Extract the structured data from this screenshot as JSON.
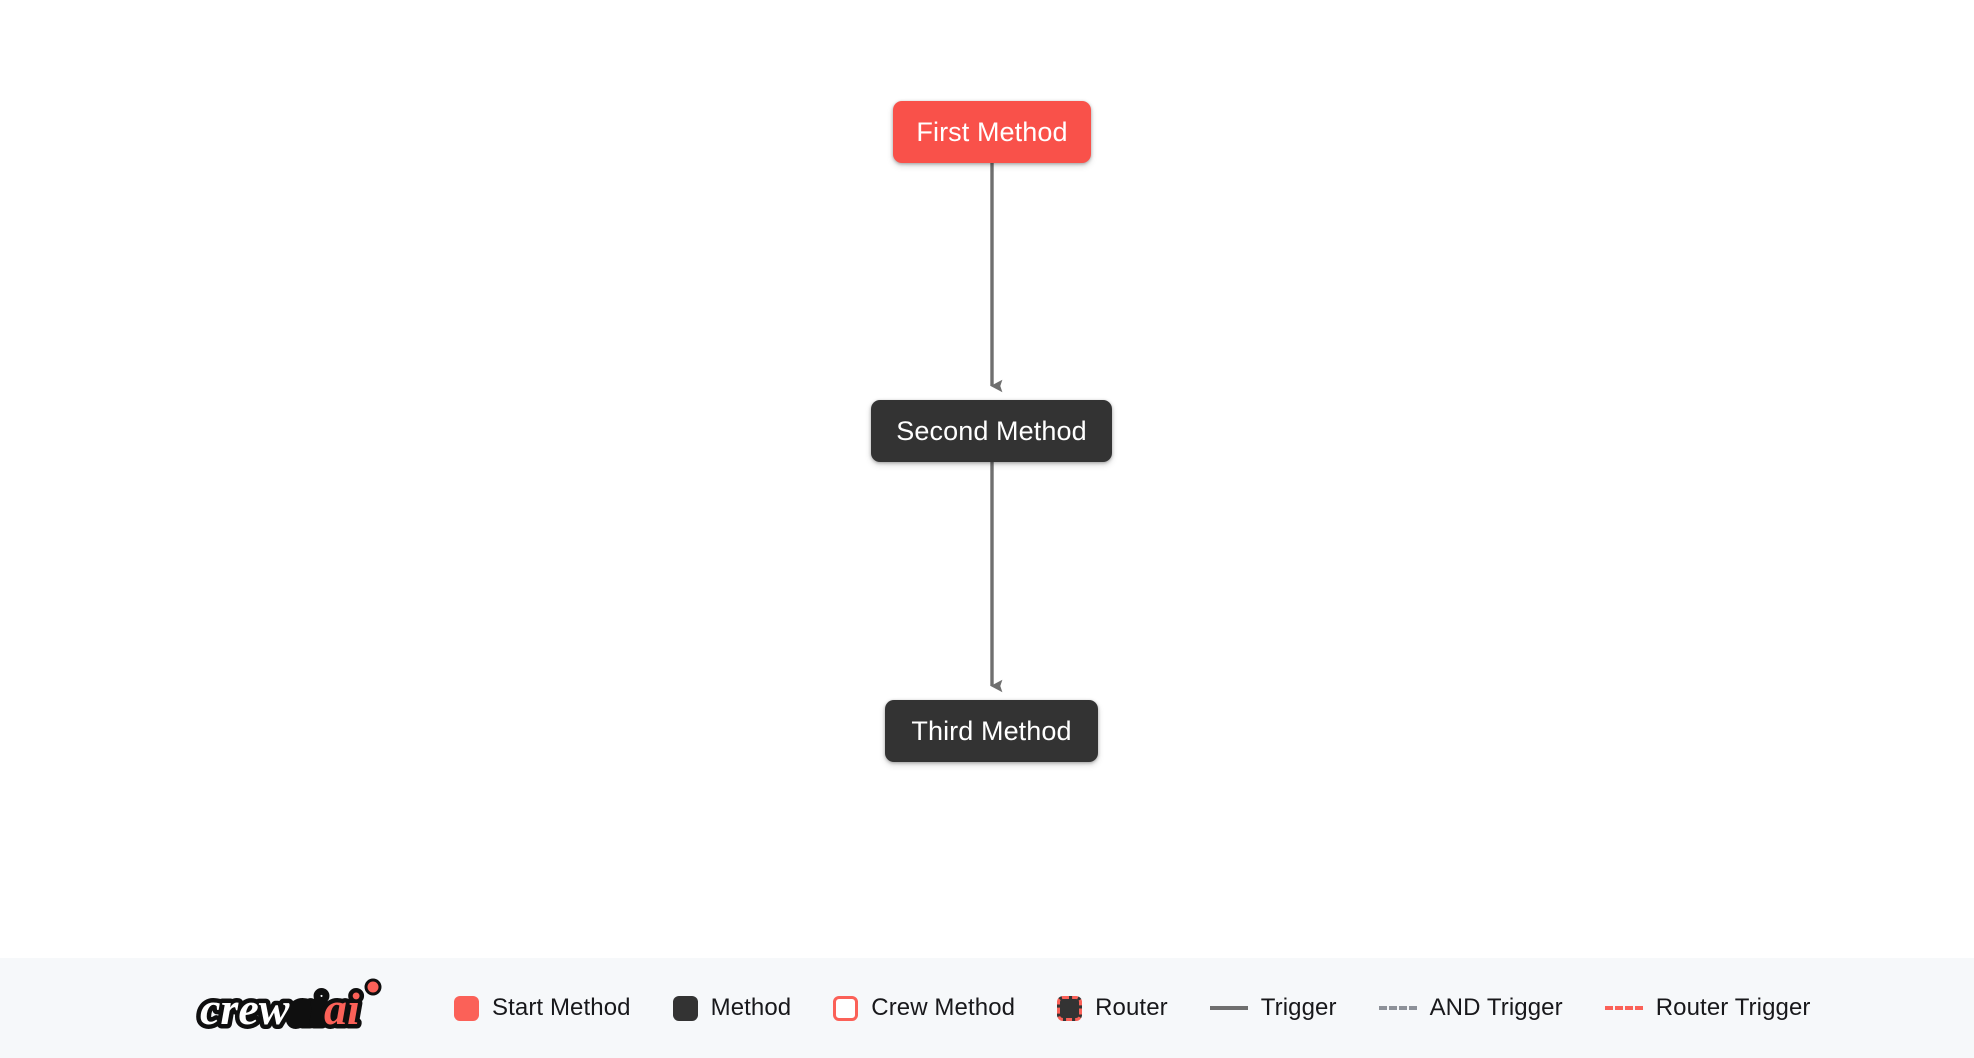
{
  "flow": {
    "nodes": [
      {
        "id": "first-method",
        "label": "First Method",
        "kind": "start-method",
        "color": "#f9514a"
      },
      {
        "id": "second-method",
        "label": "Second Method",
        "kind": "method",
        "color": "#333333"
      },
      {
        "id": "third-method",
        "label": "Third Method",
        "kind": "method",
        "color": "#333333"
      }
    ],
    "edges": [
      {
        "from": "first-method",
        "to": "second-method",
        "style": "trigger",
        "color": "#6f6f6f"
      },
      {
        "from": "second-method",
        "to": "third-method",
        "style": "trigger",
        "color": "#6f6f6f"
      }
    ]
  },
  "legend": {
    "logo_text_primary": "crew",
    "logo_text_accent": "ai",
    "items": [
      {
        "icon": "start-method-swatch",
        "label": "Start Method",
        "color": "#fb6158"
      },
      {
        "icon": "method-swatch",
        "label": "Method",
        "color": "#333333"
      },
      {
        "icon": "crew-method-swatch",
        "label": "Crew Method",
        "color": "#fb6158"
      },
      {
        "icon": "router-swatch",
        "label": "Router",
        "color": "#fb6158"
      },
      {
        "icon": "trigger-line",
        "label": "Trigger",
        "color": "#6f6f6f"
      },
      {
        "icon": "and-trigger-line",
        "label": "AND Trigger",
        "color": "#8d9199"
      },
      {
        "icon": "router-trigger-line",
        "label": "Router Trigger",
        "color": "#fb6158"
      }
    ]
  },
  "colors": {
    "canvas_background": "#ffffff",
    "legend_background": "#f6f8fa",
    "accent_red": "#fb6158",
    "node_dark": "#333333",
    "edge_gray": "#6f6f6f"
  }
}
